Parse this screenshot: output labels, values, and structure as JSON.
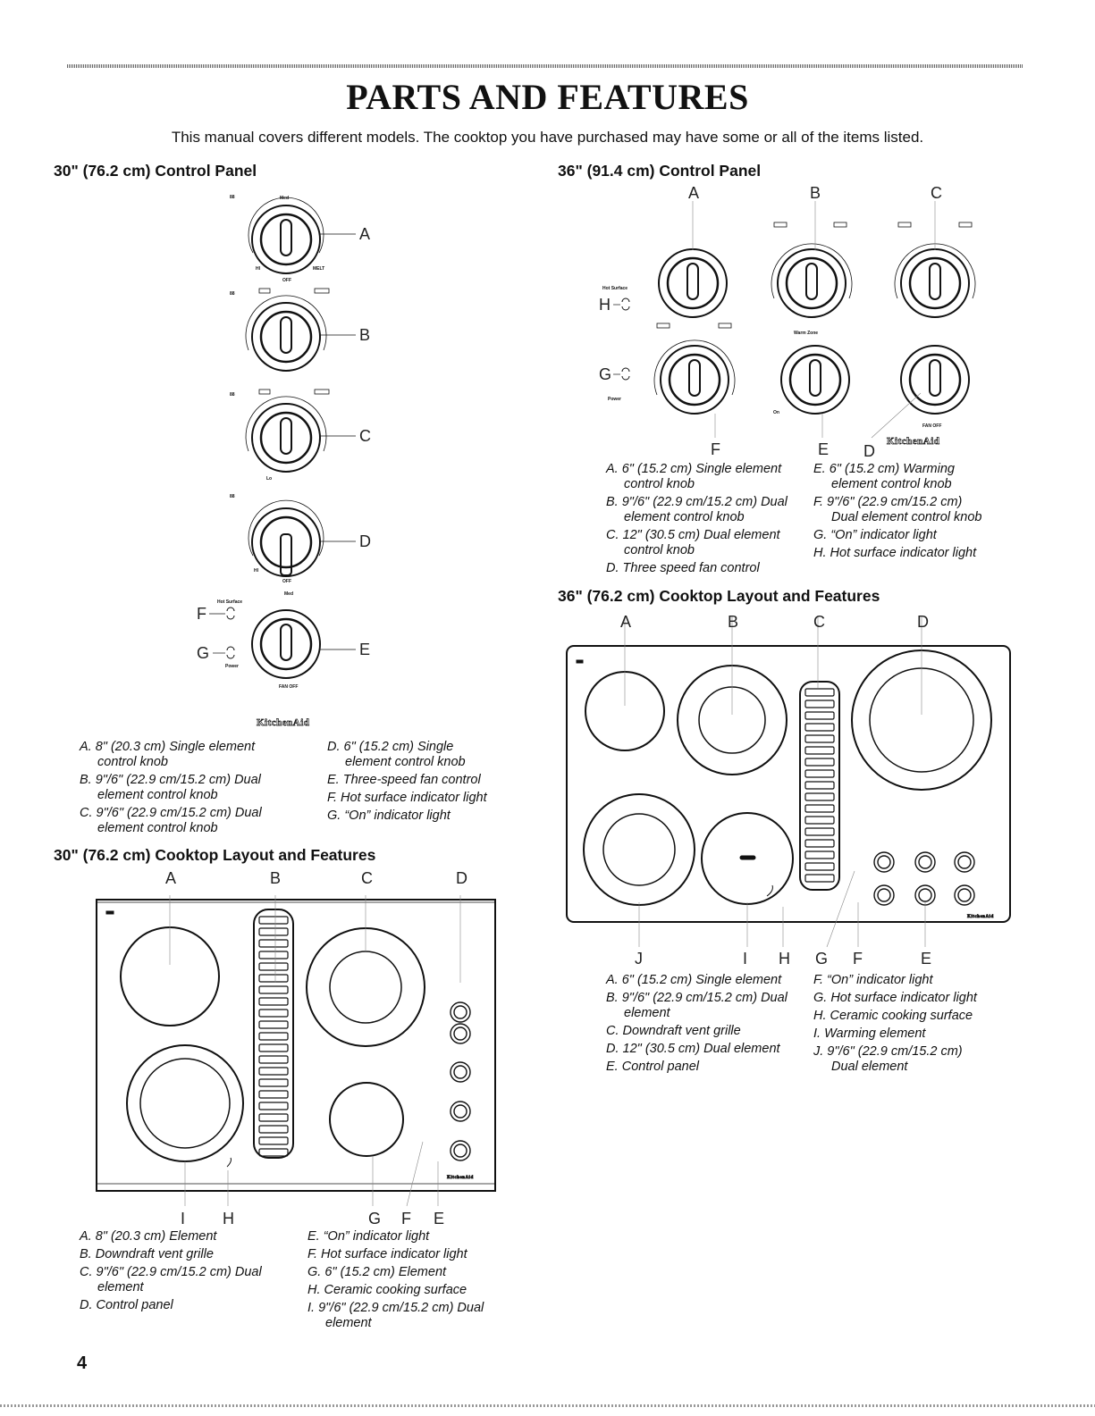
{
  "page": {
    "title": "PARTS AND FEATURES",
    "subtitle": "This manual covers different models. The cooktop you have purchased may have some or all of the items listed.",
    "page_number": "4",
    "brand": "KitchenAid"
  },
  "panel30": {
    "heading": "30\" (76.2 cm) Control Panel",
    "callouts": {
      "a": "A",
      "b": "B",
      "c": "C",
      "d": "D",
      "e": "E",
      "f": "F",
      "g": "G"
    },
    "knob_labels": {
      "med": "Med",
      "hi": "HI",
      "melt": "MELT",
      "off": "OFF",
      "lo": "Lo",
      "hot_surface": "Hot Surface",
      "power": "Power",
      "fan_off": "FAN OFF",
      "disp": "88"
    },
    "legend_left": [
      {
        "l1": "A. 8\" (20.3 cm) Single element",
        "l2": "control knob"
      },
      {
        "l1": "B. 9\"/6\" (22.9 cm/15.2 cm) Dual",
        "l2": "element control knob"
      },
      {
        "l1": "C. 9\"/6\" (22.9 cm/15.2 cm) Dual",
        "l2": "element control knob"
      }
    ],
    "legend_right": [
      {
        "l1": "D. 6\" (15.2 cm) Single",
        "l2": "element control knob"
      },
      {
        "l1": "E. Three-speed fan control",
        "l2": ""
      },
      {
        "l1": "F. Hot surface indicator light",
        "l2": ""
      },
      {
        "l1": "G. “On” indicator light",
        "l2": ""
      }
    ]
  },
  "layout30": {
    "heading": "30\" (76.2 cm) Cooktop Layout and Features",
    "top_callouts": {
      "a": "A",
      "b": "B",
      "c": "C",
      "d": "D"
    },
    "bottom_callouts": {
      "i": "I",
      "h": "H",
      "g": "G",
      "f": "F",
      "e": "E"
    },
    "legend_left": [
      {
        "l1": "A. 8\" (20.3 cm) Element",
        "l2": ""
      },
      {
        "l1": "B. Downdraft vent grille",
        "l2": ""
      },
      {
        "l1": "C. 9\"/6\" (22.9 cm/15.2 cm) Dual",
        "l2": "element"
      },
      {
        "l1": "D. Control panel",
        "l2": ""
      }
    ],
    "legend_right": [
      {
        "l1": "E. “On” indicator light",
        "l2": ""
      },
      {
        "l1": "F. Hot surface indicator light",
        "l2": ""
      },
      {
        "l1": "G. 6\" (15.2 cm) Element",
        "l2": ""
      },
      {
        "l1": "H. Ceramic cooking surface",
        "l2": ""
      },
      {
        "l1": "I. 9\"/6\" (22.9 cm/15.2 cm) Dual",
        "l2": "element"
      }
    ]
  },
  "panel36": {
    "heading": "36\" (91.4 cm) Control Panel",
    "top_callouts": {
      "a": "A",
      "b": "B",
      "c": "C"
    },
    "side_callouts": {
      "h": "H",
      "g": "G"
    },
    "bottom_callouts": {
      "f": "F",
      "e": "E",
      "d": "D"
    },
    "knob_labels": {
      "warm_zone": "Warm Zone",
      "on": "On"
    },
    "legend_left": [
      {
        "l1": "A. 6\" (15.2 cm) Single element",
        "l2": "control knob"
      },
      {
        "l1": "B. 9\"/6\" (22.9 cm/15.2 cm) Dual",
        "l2": "element control knob"
      },
      {
        "l1": "C. 12\" (30.5 cm) Dual element",
        "l2": "control knob"
      },
      {
        "l1": "D. Three speed fan control",
        "l2": ""
      }
    ],
    "legend_right": [
      {
        "l1": "E. 6\" (15.2 cm) Warming",
        "l2": "element control knob"
      },
      {
        "l1": "F. 9\"/6\" (22.9 cm/15.2 cm)",
        "l2": "Dual element control knob"
      },
      {
        "l1": "G. “On” indicator light",
        "l2": ""
      },
      {
        "l1": "H. Hot surface indicator light",
        "l2": ""
      }
    ]
  },
  "layout36": {
    "heading": "36\" (76.2 cm) Cooktop Layout and Features",
    "top_callouts": {
      "a": "A",
      "b": "B",
      "c": "C",
      "d": "D"
    },
    "bottom_callouts": {
      "j": "J",
      "i": "I",
      "h": "H",
      "g": "G",
      "f": "F",
      "e": "E"
    },
    "legend_left": [
      {
        "l1": "A. 6\" (15.2 cm) Single element",
        "l2": ""
      },
      {
        "l1": "B. 9\"/6\" (22.9 cm/15.2 cm) Dual",
        "l2": "element"
      },
      {
        "l1": "C. Downdraft vent grille",
        "l2": ""
      },
      {
        "l1": "D. 12\" (30.5 cm) Dual element",
        "l2": ""
      },
      {
        "l1": "E. Control panel",
        "l2": ""
      }
    ],
    "legend_right": [
      {
        "l1": "F. “On” indicator light",
        "l2": ""
      },
      {
        "l1": "G. Hot surface indicator light",
        "l2": ""
      },
      {
        "l1": "H. Ceramic cooking surface",
        "l2": ""
      },
      {
        "l1": "I. Warming element",
        "l2": ""
      },
      {
        "l1": "J. 9\"/6\" (22.9 cm/15.2 cm)",
        "l2": "Dual element"
      }
    ]
  }
}
